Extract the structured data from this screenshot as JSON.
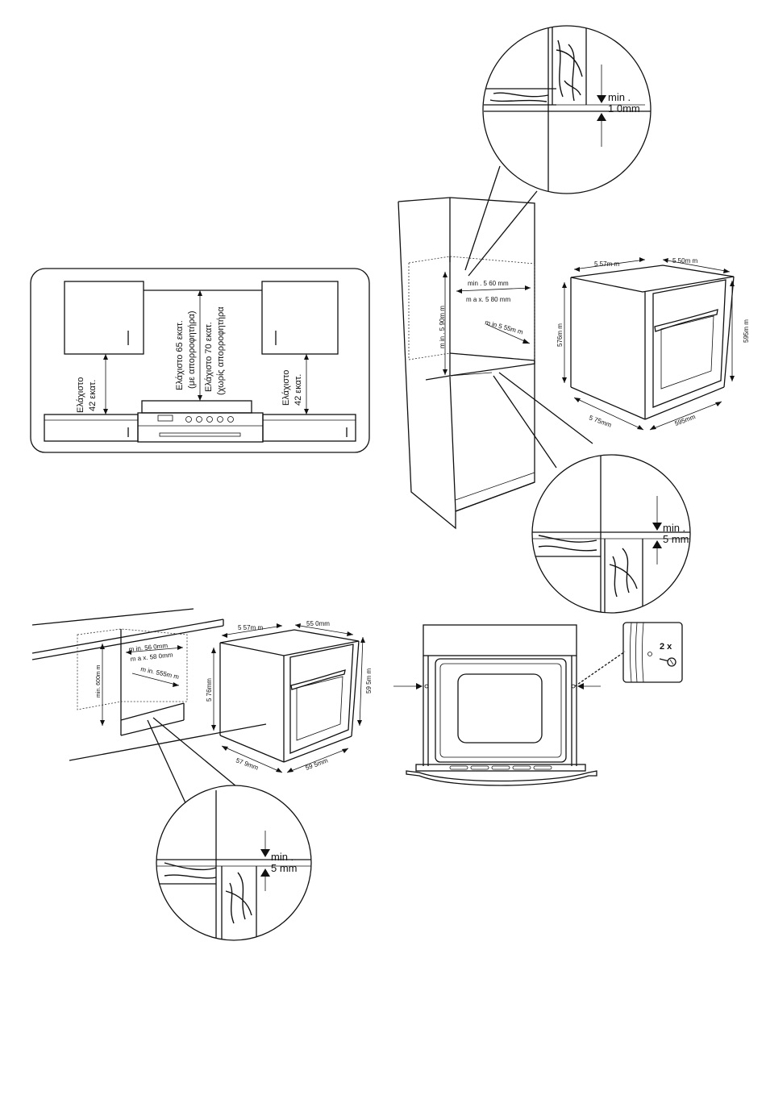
{
  "hood_panel": {
    "left_clearance": [
      "Ελάχιστο",
      "42 εκατ."
    ],
    "right_clearance": [
      "Ελάχιστο",
      "42 εκατ."
    ],
    "hood_65": [
      "Ελάχιστο 65 εκατ.",
      "(με απορροφητήρα)"
    ],
    "hood_70": [
      "Ελάχιστο 70 εκατ.",
      "(χωρίς απορροφητήρα"
    ]
  },
  "tall_cabinet": {
    "min_height": "m in . 5 90m m",
    "min_width": "min . 5 60 mm",
    "max_width": "m a x. 5 80 mm",
    "min_depth": "m in  5 55m m"
  },
  "detail_top": {
    "label_1": "min .",
    "label_2": "1 0mm"
  },
  "detail_mid": {
    "label_1": "min .",
    "label_2": "5  mm"
  },
  "detail_bottom": {
    "label_1": "min .",
    "label_2": "5  mm"
  },
  "oven_right": {
    "top_width": "5 57m m",
    "top_depth": "5 50m m",
    "front_height": "576m m",
    "back_height": "595m m",
    "bottom_depth": "5 75mm",
    "bottom_width": "595mm"
  },
  "undercounter": {
    "min_height": "min. 600m m",
    "min_width": "m in. 56 0mm",
    "max_width": "m a x. 58 0mm",
    "min_depth": "m in. 555m m"
  },
  "oven_left": {
    "top_width": "5 57m m",
    "top_depth": "55 0mm",
    "front_height": "5 76mm",
    "back_height": "59 5m m",
    "bottom_depth": "57 9mm",
    "bottom_width": "59 5mm"
  },
  "screw_detail": {
    "count": "2 x"
  }
}
